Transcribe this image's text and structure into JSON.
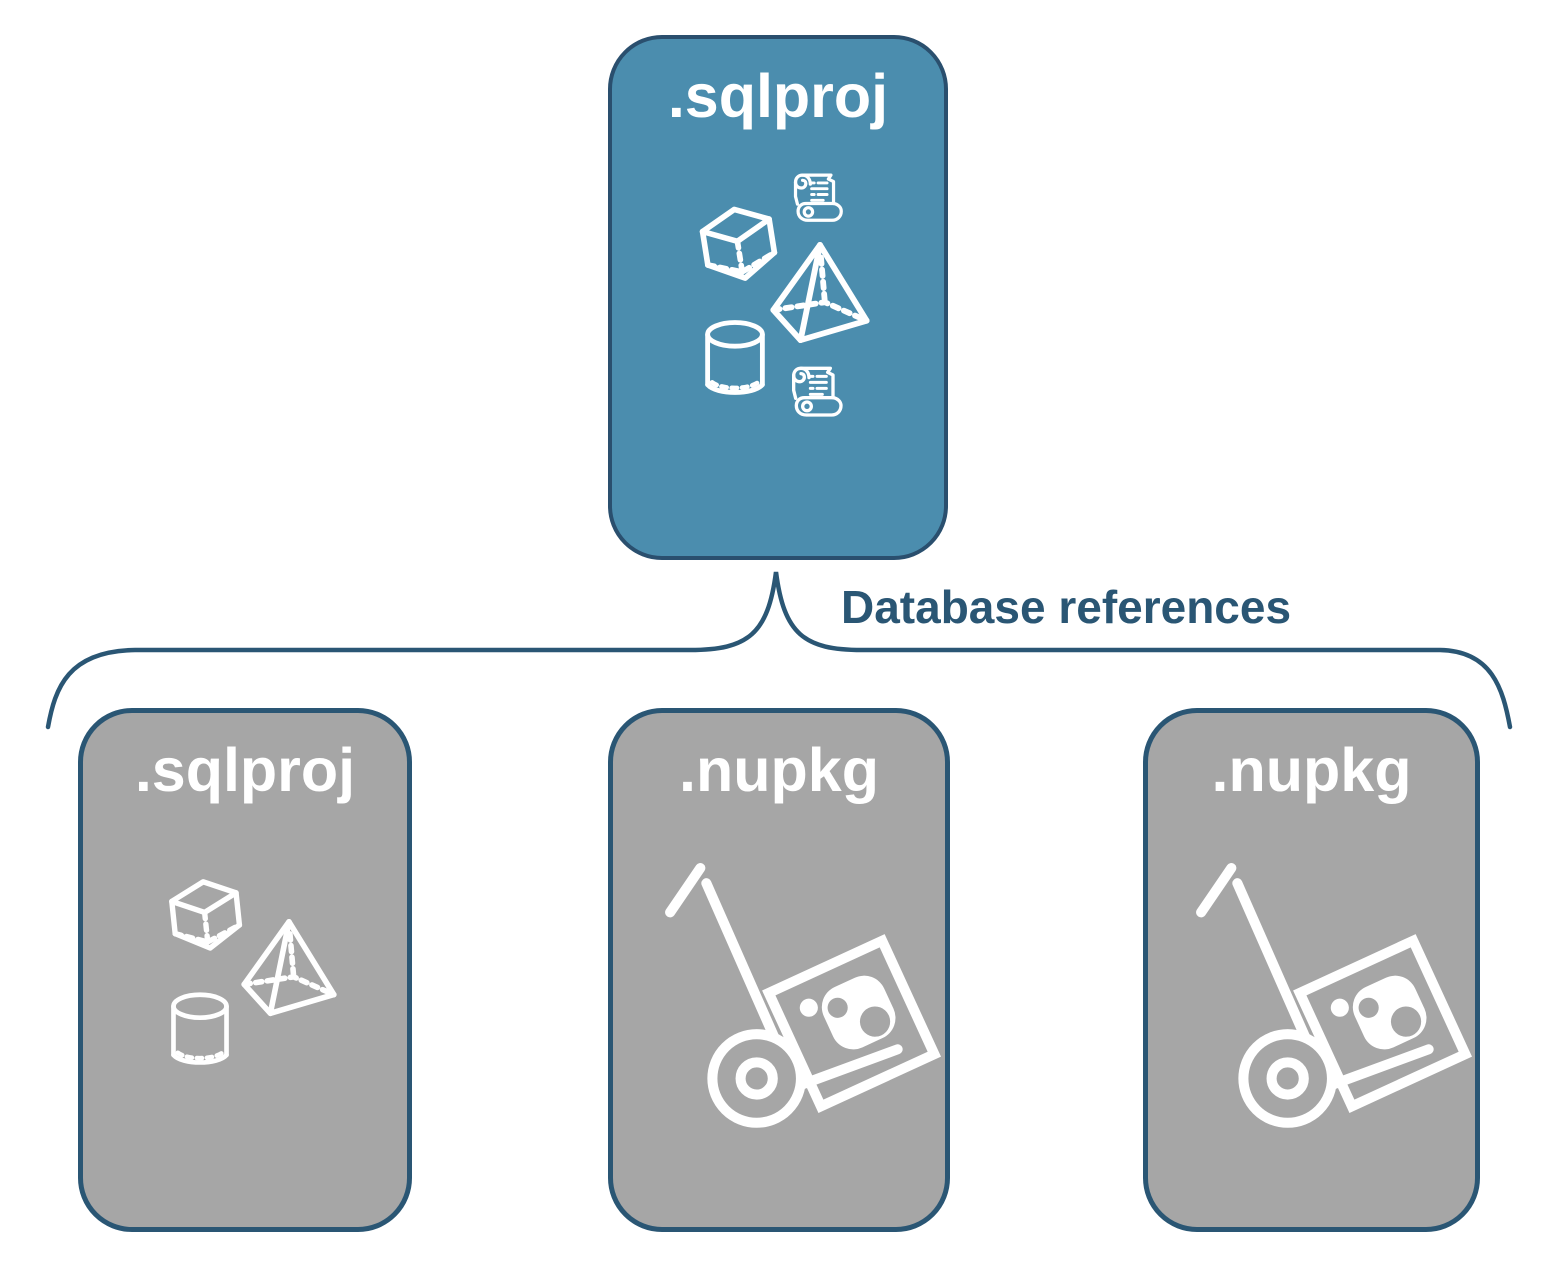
{
  "root_box": {
    "label": ".sqlproj"
  },
  "connector": {
    "label": "Database references"
  },
  "children": [
    {
      "label": ".sqlproj",
      "type": "sqlproj-project"
    },
    {
      "label": ".nupkg",
      "type": "nuget-package"
    },
    {
      "label": ".nupkg",
      "type": "nuget-package"
    }
  ],
  "colors": {
    "root_fill": "#4B8DAE",
    "root_border": "#2A4F6E",
    "child_fill": "#A6A6A6",
    "child_border": "#2A5674",
    "connector_stroke": "#2A5674",
    "connector_label_text": "#2A5674",
    "icon_stroke": "#FFFFFF",
    "background": "#FFFFFF"
  },
  "icons": {
    "root": [
      "script-scroll-icon",
      "cube-icon",
      "pyramid-icon",
      "cylinder-icon",
      "script-scroll-icon"
    ],
    "sqlproj_child": [
      "cube-icon",
      "pyramid-icon",
      "cylinder-icon"
    ],
    "nupkg_child": [
      "handtruck-package-icon"
    ]
  }
}
